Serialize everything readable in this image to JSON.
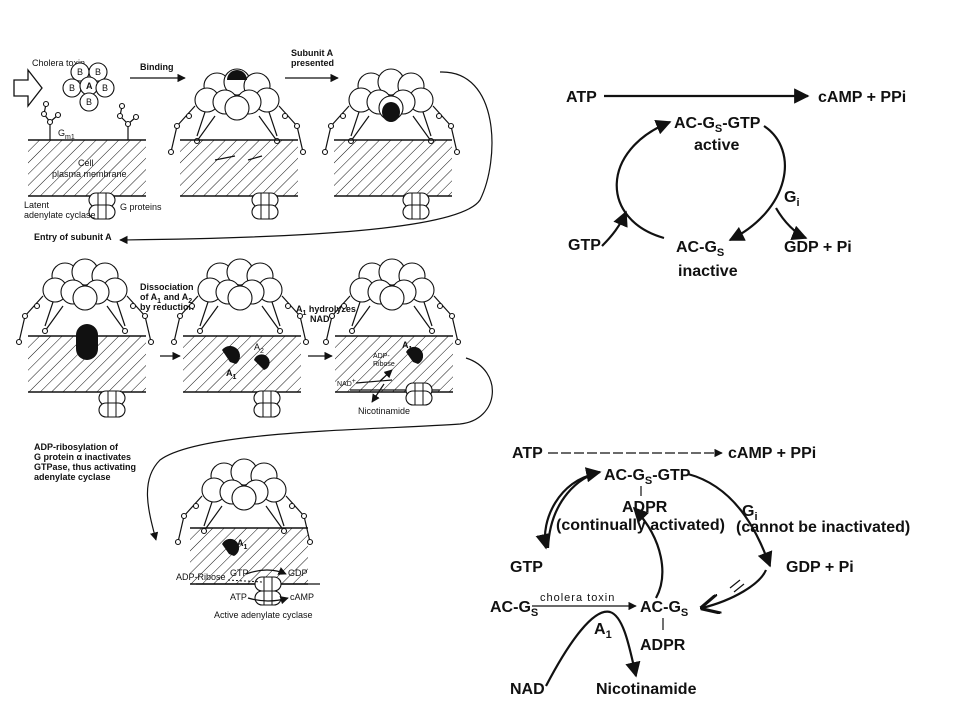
{
  "left_figure": {
    "cholera_toxin": "Cholera\ntoxin",
    "subunit_b": "B",
    "subunit_a": "A",
    "gm1": "G",
    "gm1_sub": "m1",
    "cell_membrane": "Cell\nplasma membrane",
    "latent_ac": "Latent\nadenylate cyclase",
    "g_proteins": "G proteins",
    "binding": "Binding",
    "subunit_a_presented": "Subunit A\npresented",
    "entry_subunit_a": "Entry of subunit A",
    "dissociation": "Dissociation\nof A",
    "dissociation_sub1": "1",
    "dissociation_and": " and A",
    "dissociation_sub2": "2",
    "by_reduction": "by reduction",
    "a1_hydrolyzes": "A",
    "a1_hydrolyzes_sub": "1",
    "a1_hydrolyzes_rest": " hydrolyzes",
    "nad_plus": "NAD",
    "a2": "A",
    "a2_sub": "2",
    "a1": "A",
    "a1_sub": "1",
    "adp_ribose_short": "ADP-\nRibose",
    "nad_small": "NAD",
    "nicotinamide_small": "Nicotinamide",
    "adp_ribosylation": "ADP-ribosylation of\nG protein α inactivates\nGTPase, thus activating\nadenylate cyclase",
    "gtp": "GTP",
    "gdp": "GDP",
    "adp_ribose": "ADP-Ribose",
    "atp": "ATP",
    "camp": "cAMP",
    "active_ac": "Active adenylate cyclase"
  },
  "normal_cycle": {
    "atp": "ATP",
    "camp_ppi": "cAMP + PPi",
    "ac_gs_gtp": "AC-G",
    "ac_gs_gtp_sub": "S",
    "ac_gs_gtp_end": "-GTP",
    "active": "active",
    "gi": "G",
    "gi_sub": "i",
    "gtp": "GTP",
    "ac_gs": "AC-G",
    "ac_gs_sub": "S",
    "inactive": "inactive",
    "gdp_pi": "GDP + Pi"
  },
  "cholera_cycle": {
    "atp": "ATP",
    "camp_ppi": "cAMP + PPi",
    "ac_gs_gtp": "AC-G",
    "ac_gs_gtp_sub": "S",
    "ac_gs_gtp_end": "-GTP",
    "adpr_top": "ADPR",
    "continually_activated": "(continually  activated)",
    "gi": "G",
    "gi_sub": "i",
    "cannot_be_inactivated": "(cannot be inactivated)",
    "gtp": "GTP",
    "gdp_pi": "GDP + Pi",
    "ac_gs_left": "AC-G",
    "ac_gs_left_sub": "S",
    "cholera_toxin": "cholera toxin",
    "ac_gs_right": "AC-G",
    "ac_gs_right_sub": "S",
    "a1": "A",
    "a1_sub": "1",
    "adpr_bottom": "ADPR",
    "nad": "NAD",
    "nicotinamide": "Nicotinamide"
  }
}
